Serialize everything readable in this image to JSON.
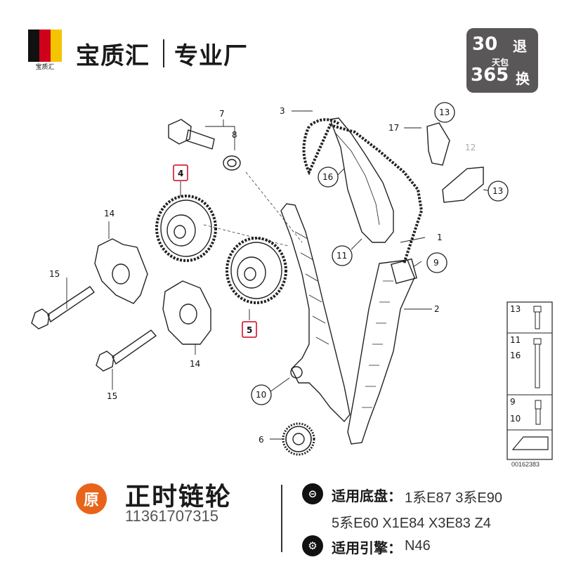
{
  "header": {
    "logo_text": "宝质汇",
    "brand": "宝质汇",
    "slogan": "专业厂",
    "badge": {
      "days": "30",
      "return": "退",
      "warranty": "天包",
      "year_days": "365",
      "exchange": "换"
    }
  },
  "diagram": {
    "callouts": [
      "1",
      "2",
      "3",
      "4",
      "5",
      "6",
      "7",
      "8",
      "9",
      "10",
      "11",
      "12",
      "13",
      "14",
      "15",
      "16",
      "17"
    ],
    "callout_13_b": "13",
    "callout_14_b": "14",
    "callout_15_b": "15",
    "legend": {
      "row1": "13",
      "row2a": "11",
      "row2b": "16",
      "row3a": "9",
      "row3b": "10"
    },
    "diagram_number": "00162383",
    "colors": {
      "highlight": "#d0021b",
      "line": "#222222"
    }
  },
  "footer": {
    "origin_badge": "原",
    "product_name": "正时链轮",
    "part_number": "11361707315",
    "chassis_label": "适用底盘：",
    "chassis_value_1": "1系E87 3系E90",
    "chassis_value_2": "5系E60 X1E84 X3E83 Z4",
    "engine_label": "适用引擎：",
    "engine_value": "N46",
    "colors": {
      "origin": "#e8641b",
      "badge_bg": "#595757"
    }
  }
}
